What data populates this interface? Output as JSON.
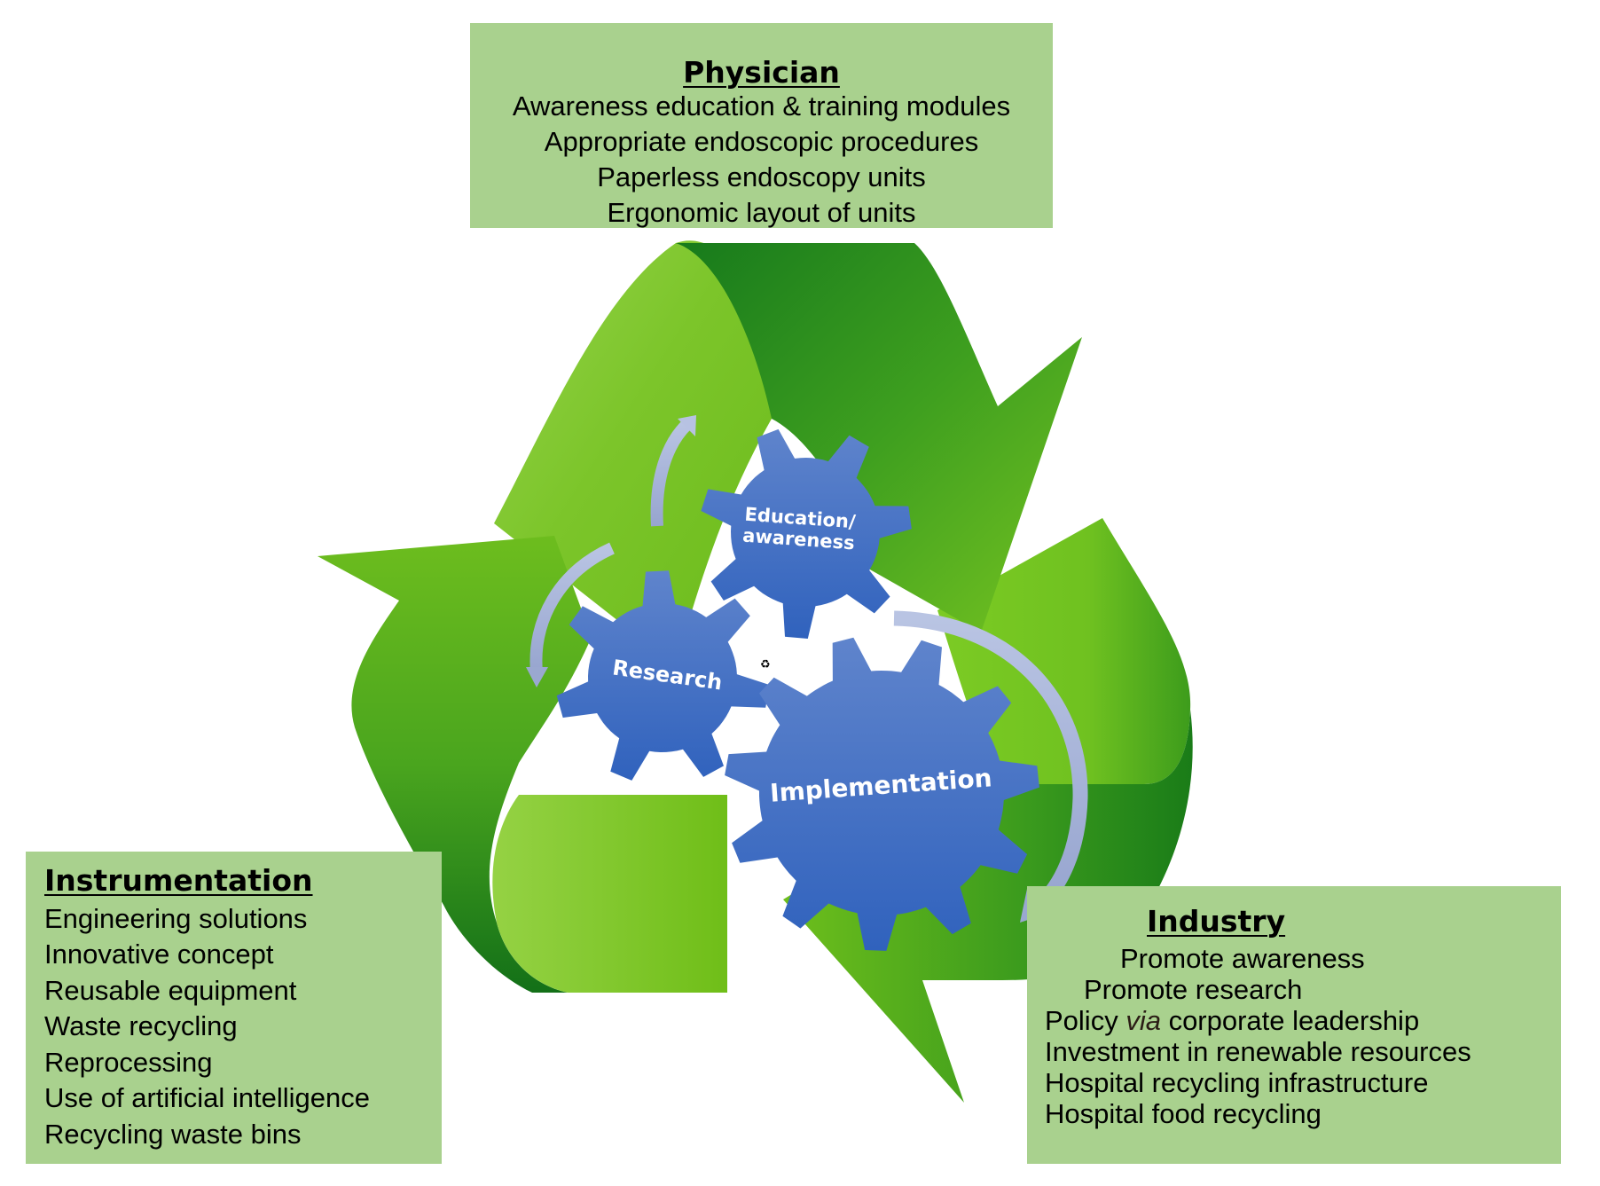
{
  "diagram": {
    "type": "recycling-cycle",
    "colors": {
      "box_fill": "#a9d18e",
      "arrow_green_light": "#8fd13f",
      "arrow_green_mid": "#6cbf1e",
      "arrow_green_dark": "#1e7f1a",
      "gear_blue": "#4472c4",
      "cycle_arrow": "#b4c0e0"
    },
    "physician": {
      "title": "Physician",
      "items": [
        "Awareness education & training modules",
        "Appropriate endoscopic procedures",
        "Paperless endoscopy units",
        "Ergonomic layout of units"
      ]
    },
    "instrumentation": {
      "title": "Instrumentation",
      "items": [
        "Engineering solutions",
        "Innovative concept",
        "Reusable equipment",
        "Waste recycling",
        "Reprocessing",
        "Use of artificial intelligence",
        "Recycling waste bins"
      ]
    },
    "industry": {
      "title": "Industry",
      "items": [
        {
          "text": "Promote awareness"
        },
        {
          "text": "Promote research"
        },
        {
          "prefix": "Policy ",
          "italic": "via",
          "suffix": " corporate leadership"
        },
        {
          "text": "Investment in renewable resources"
        },
        {
          "text": "Hospital recycling infrastructure"
        },
        {
          "text": "Hospital food recycling"
        }
      ]
    },
    "gears": {
      "education": {
        "line1": "Education/",
        "line2": "awareness"
      },
      "research": "Research",
      "implementation": "Implementation"
    },
    "icons": {
      "recycle_symbol": "recycle-icon",
      "center_glyph": "♻"
    }
  }
}
